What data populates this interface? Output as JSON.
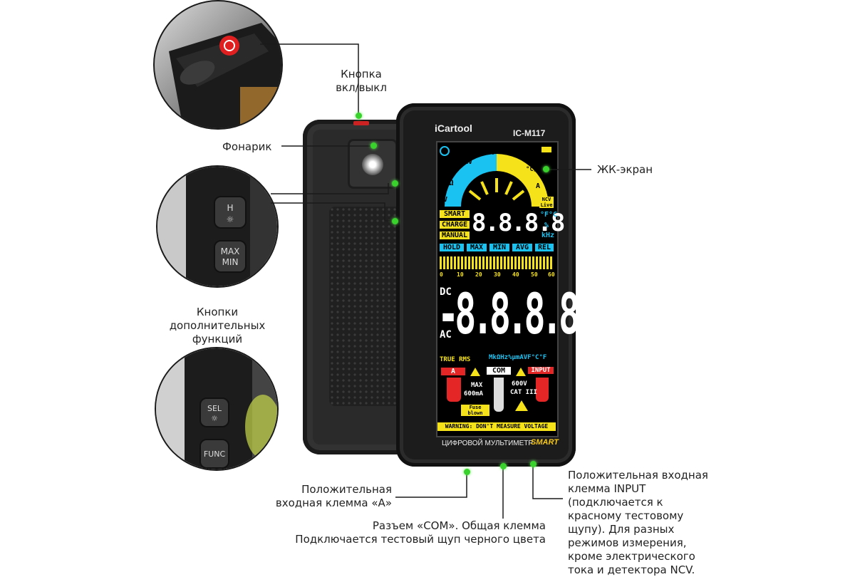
{
  "device": {
    "brand": "iCartool",
    "model": "IC-M117",
    "footer_text": "ЦИФРОВОЙ МУЛЬТИМЕТР",
    "footer_smart": "SMART"
  },
  "screen": {
    "mode_labels": [
      "SMART",
      "CHARGE",
      "MANUAL"
    ],
    "small_digits": "8.8.8.8",
    "units_small": [
      "°F°C",
      "%",
      "kHz"
    ],
    "func_buttons": [
      "HOLD",
      "MAX",
      "MIN",
      "AVG",
      "REL"
    ],
    "scale_ticks": [
      "0",
      "10",
      "20",
      "30",
      "40",
      "50",
      "60"
    ],
    "dc": "DC",
    "ac": "AC",
    "big_digits": "-8.8.8.8",
    "true_rms": "TRUE RMS",
    "units_big": "MkΩHz%μmAVF°C°F",
    "jack_a": "A",
    "jack_com": "COM",
    "jack_input": "INPUT",
    "max_label": "MAX",
    "max_current": "600mA",
    "volt_rating": "600V",
    "cat": "CAT III",
    "fuse": "Fuse blown",
    "warning": "WARNING: DON'T MEASURE VOLTAGE",
    "dial_labels": [
      "Ω",
      "mV",
      "Hz%",
      "A",
      "V",
      "°C/°F",
      "NCV Live"
    ]
  },
  "zooms": {
    "power_button_icon": "power-icon",
    "flashlight_button_icon": "flashlight-icon",
    "max_min_button": "MAX MIN",
    "sel_button": "SEL",
    "func_button": "FUNC"
  },
  "labels": {
    "power": "Кнопка вкл/выкл",
    "flashlight": "Фонарик",
    "lcd": "ЖК-экран",
    "extra_buttons": "Кнопки дополнительных функций",
    "input_a": "Положительная входная клемма «A»",
    "com_line1": "Разъем «COM». Общая клемма",
    "com_line2": "Подключается тестовый щуп черного цвета",
    "input_plus": "Положительная входная клемма INPUT (подключается к красному тестовому щупу). Для разных режимов измерения, кроме электрического тока и детектора NCV."
  },
  "colors": {
    "callout_dot": "#39d12b",
    "lcd_cyan": "#19c2f0",
    "lcd_yellow": "#f5e21a",
    "lcd_red": "#e42626"
  }
}
